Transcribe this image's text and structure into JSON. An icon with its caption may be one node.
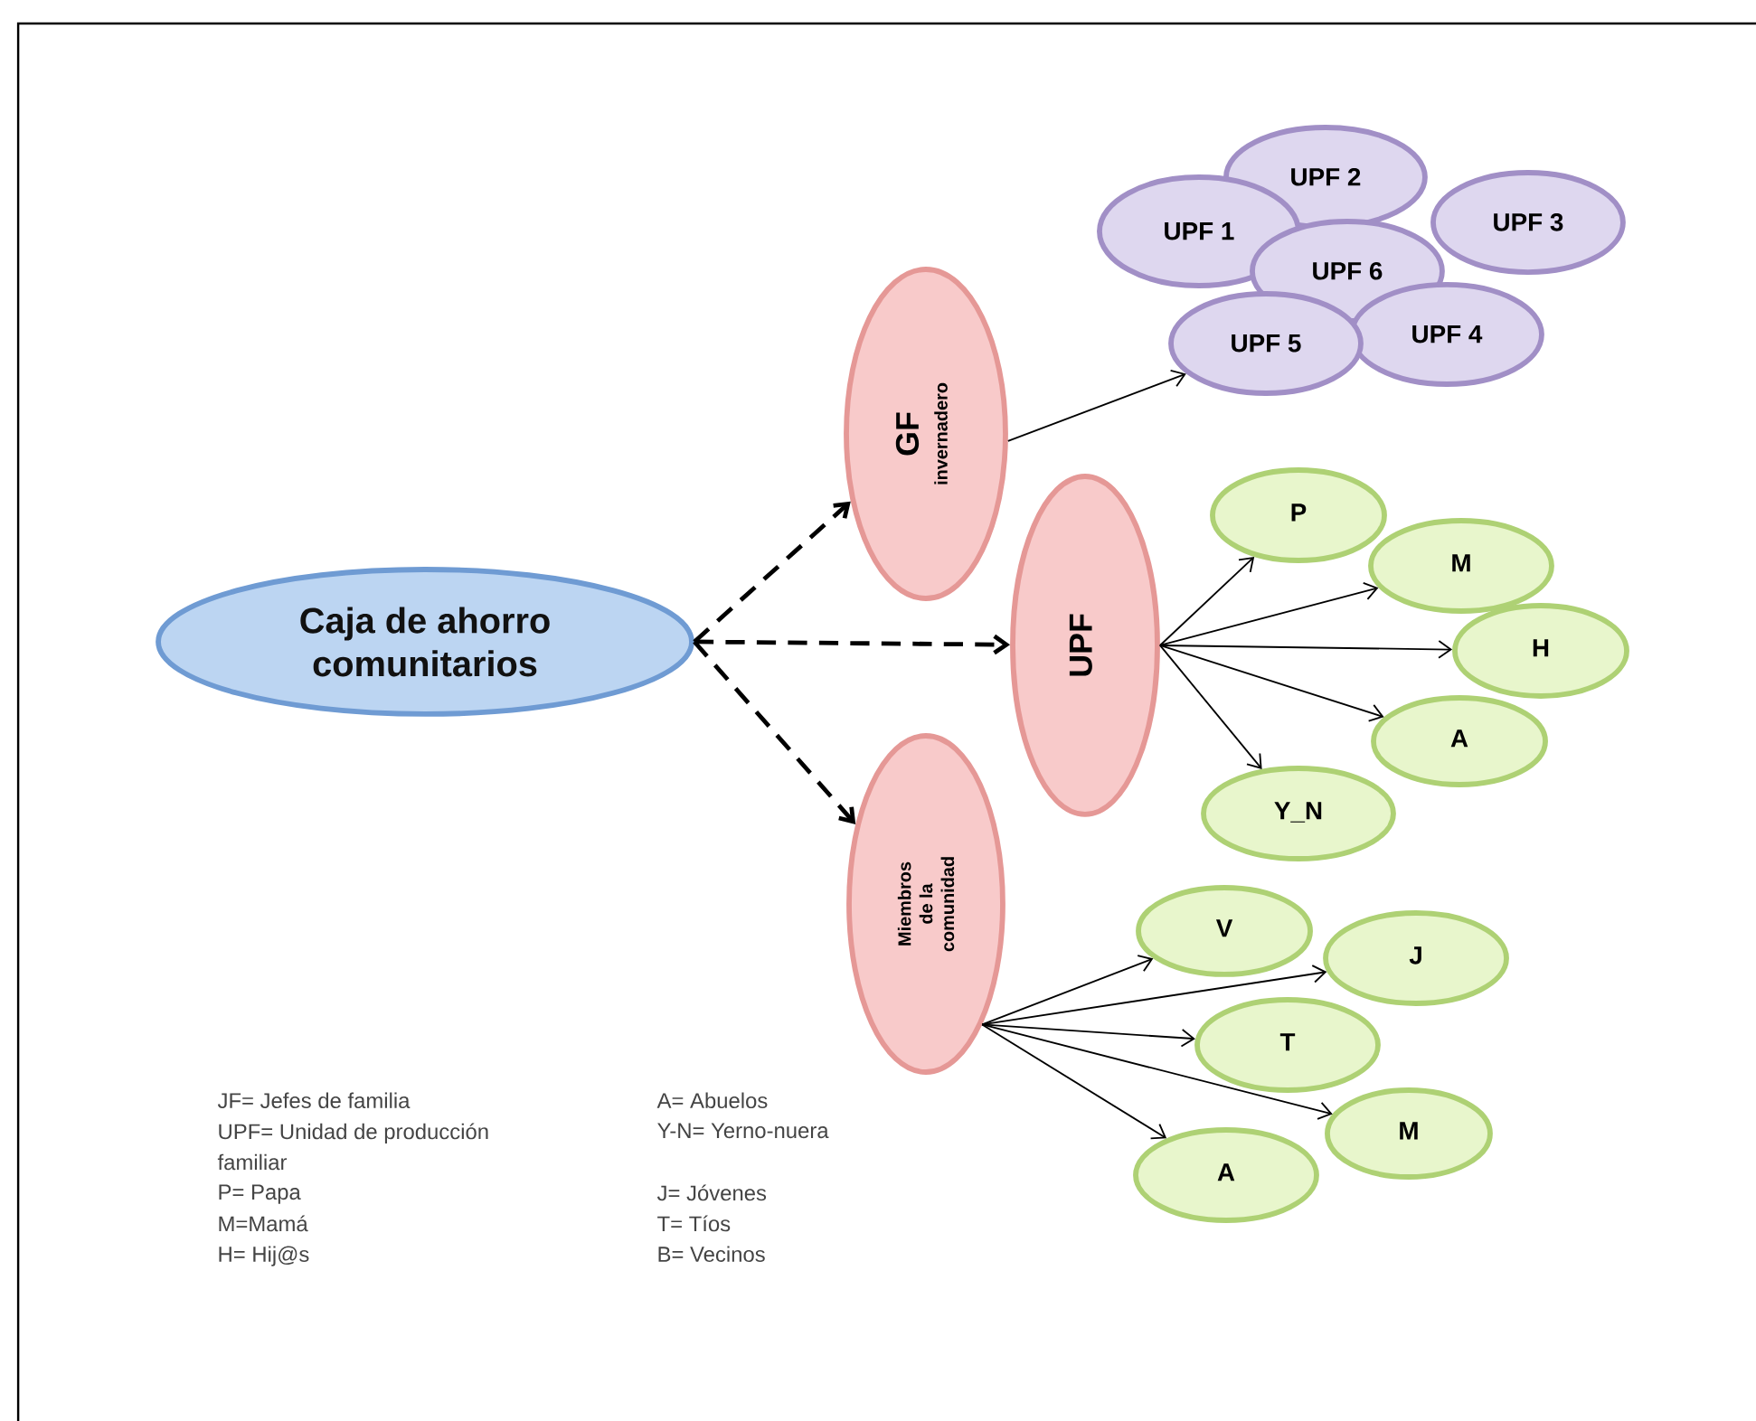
{
  "diagram": {
    "nodes": [
      {
        "text": [
          "Caja de ahorro comunitarios"
        ]
      },
      {
        "text": [
          "GF",
          "invernadero"
        ]
      },
      {
        "text": [
          "UPF"
        ]
      },
      {
        "text": [
          "Miembros de la comunidad"
        ]
      },
      {
        "text": [
          "UPF 1"
        ]
      },
      {
        "text": [
          "UPF 2"
        ]
      },
      {
        "text": [
          "UPF 3"
        ]
      },
      {
        "text": [
          "UPF 4"
        ]
      },
      {
        "text": [
          "UPF 5"
        ]
      },
      {
        "text": [
          "UPF 6"
        ]
      },
      {
        "text": [
          "P"
        ]
      },
      {
        "text": [
          "M"
        ]
      },
      {
        "text": [
          "H"
        ]
      },
      {
        "text": [
          "A"
        ]
      },
      {
        "text": [
          "Y_N"
        ]
      },
      {
        "text": [
          "V"
        ]
      },
      {
        "text": [
          "J"
        ]
      },
      {
        "text": [
          "T"
        ]
      },
      {
        "text": [
          "M"
        ]
      },
      {
        "text": [
          "A"
        ]
      }
    ],
    "edges": [
      {
        "from": 0,
        "to": 1,
        "arrow": "to",
        "style": "dashed"
      },
      {
        "from": 0,
        "to": 2,
        "arrow": "to",
        "style": "dashed"
      },
      {
        "from": 0,
        "to": 3,
        "arrow": "to",
        "style": "dashed"
      },
      {
        "from": 1,
        "to": 8,
        "arrow": "to"
      },
      {
        "from": 2,
        "to": 10,
        "arrow": "to"
      },
      {
        "from": 2,
        "to": 11,
        "arrow": "to"
      },
      {
        "from": 2,
        "to": 12,
        "arrow": "to"
      },
      {
        "from": 2,
        "to": 13,
        "arrow": "to"
      },
      {
        "from": 2,
        "to": 14,
        "arrow": "to"
      },
      {
        "from": 3,
        "to": 15,
        "arrow": "to"
      },
      {
        "from": 3,
        "to": 16,
        "arrow": "to"
      },
      {
        "from": 3,
        "to": 17,
        "arrow": "to"
      },
      {
        "from": 3,
        "to": 18,
        "arrow": "to"
      },
      {
        "from": 3,
        "to": 19,
        "arrow": "to"
      }
    ],
    "labels": [
      "JF= Jefes de familia",
      "UPF= Unidad de producción familiar",
      "P= Papa",
      "M=Mamá",
      "H= Hij@s",
      "A= Abuelos",
      "Y-N= Yerno-nuera",
      "J= Jóvenes",
      "T= Tíos",
      "B= Vecinos"
    ]
  }
}
